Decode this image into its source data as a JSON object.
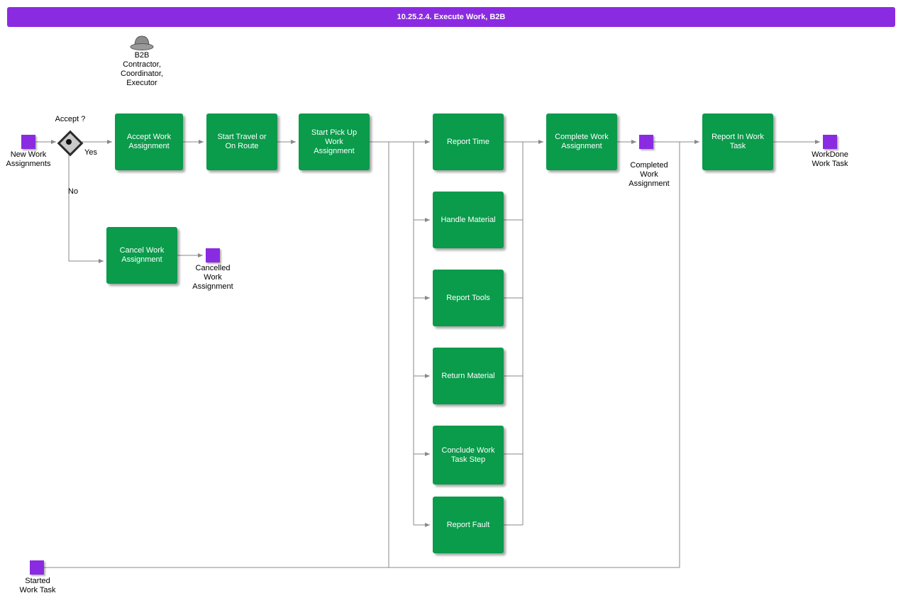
{
  "title": "10.25.2.4. Execute Work, B2B",
  "colors": {
    "title_bar": "#8A2BE2",
    "event_square": "#8A2BE2",
    "activity": "#0A9B4B",
    "connector": "#888888"
  },
  "actor": {
    "icon": "hat-person-icon",
    "label": "B2B\nContractor,\nCoordinator,\nExecutor"
  },
  "decision": {
    "label": "Accept ?",
    "yes_label": "Yes",
    "no_label": "No"
  },
  "activities": {
    "accept_work": {
      "label": "Accept Work\nAssignment"
    },
    "start_travel": {
      "label": "Start Travel or\nOn Route"
    },
    "start_pickup": {
      "label": "Start Pick Up\nWork\nAssignment"
    },
    "report_time": {
      "label": "Report Time"
    },
    "complete_work": {
      "label": "Complete Work\nAssignment"
    },
    "report_in_work_task": {
      "label": "Report In Work\nTask"
    },
    "cancel_work": {
      "label": "Cancel Work\nAssignment"
    },
    "handle_material": {
      "label": "Handle Material"
    },
    "report_tools": {
      "label": "Report Tools"
    },
    "return_material": {
      "label": "Return Material"
    },
    "conclude_work_task_step": {
      "label": "Conclude Work\nTask Step"
    },
    "report_fault": {
      "label": "Report Fault"
    }
  },
  "events": {
    "new_work_assignments": {
      "label": "New Work\nAssignments"
    },
    "cancelled_work_assignment": {
      "label": "Cancelled\nWork\nAssignment"
    },
    "completed_work_assignment": {
      "label": "Completed\nWork\nAssignment"
    },
    "workdone_work_task": {
      "label": "WorkDone\nWork Task"
    },
    "started_work_task": {
      "label": "Started\nWork Task"
    }
  }
}
